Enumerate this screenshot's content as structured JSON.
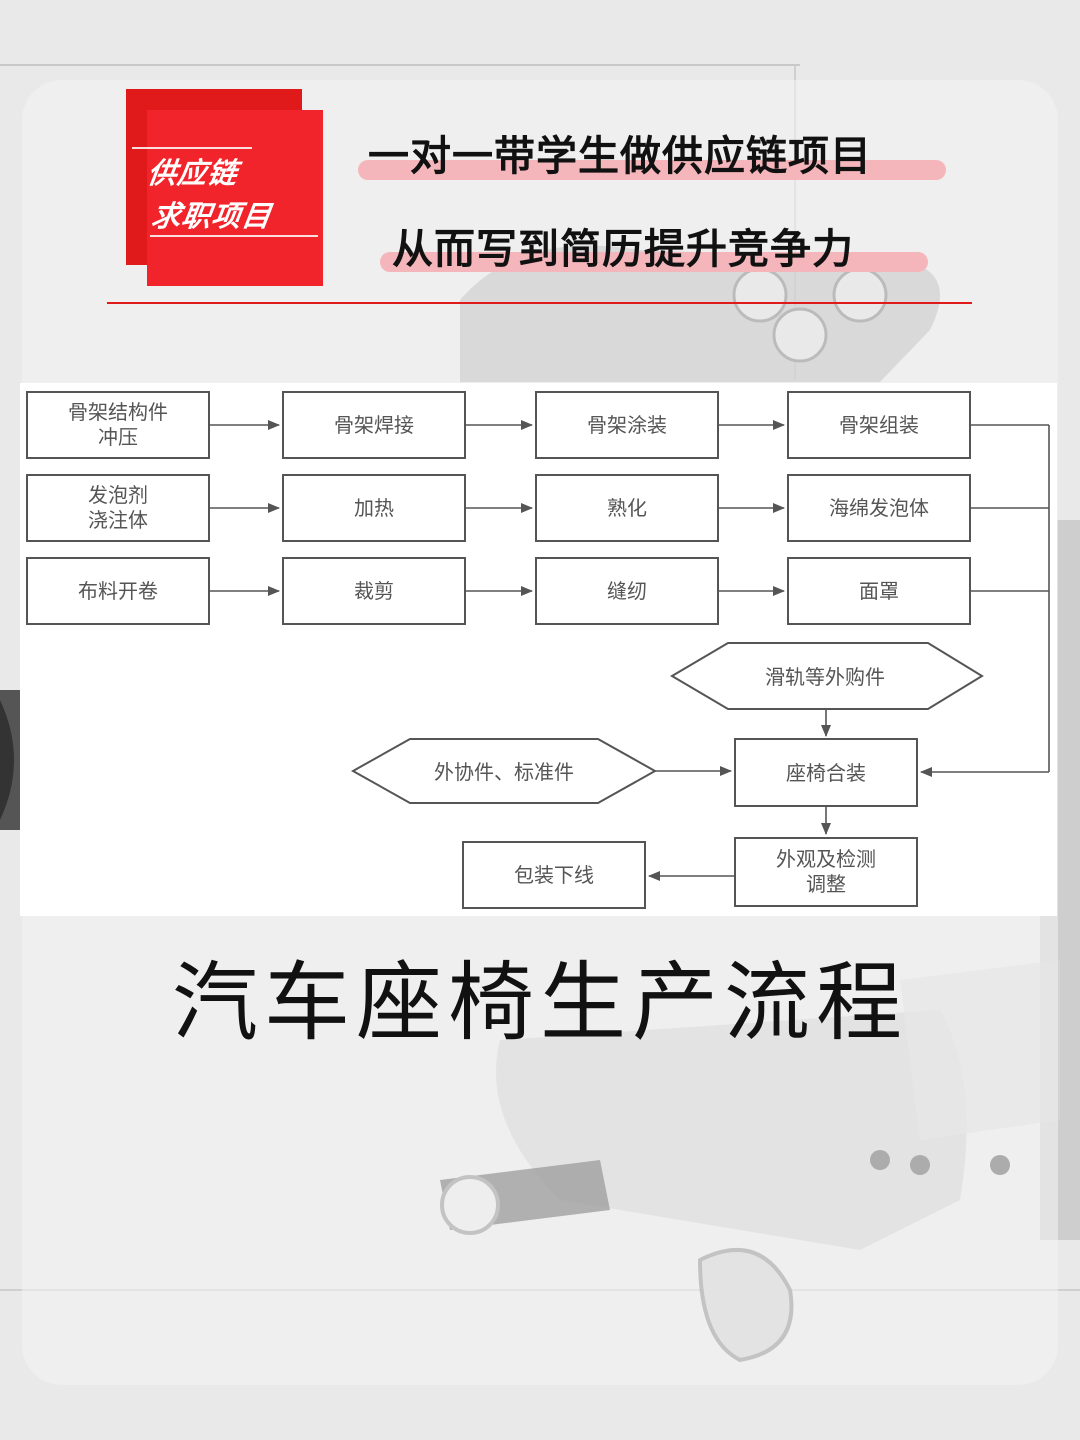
{
  "badge": {
    "line1": "供应链",
    "line2": "求职项目",
    "color": "#e0191b"
  },
  "headline": {
    "line1": "一对一带学生做供应链项目",
    "line2": "从而写到简历提升竞争力",
    "highlight_color": "#f4b6bb"
  },
  "flow": {
    "row1": {
      "a": "骨架结构件",
      "a2": "冲压",
      "b": "骨架焊接",
      "c": "骨架涂装",
      "d": "骨架组装"
    },
    "row2": {
      "a": "发泡剂",
      "a2": "浇注体",
      "b": "加热",
      "c": "熟化",
      "d": "海绵发泡体"
    },
    "row3": {
      "a": "布料开卷",
      "b": "裁剪",
      "c": "缝纫",
      "d": "面罩"
    },
    "purchased": "滑轨等外购件",
    "outsourced": "外协件、标准件",
    "assembly": "座椅合装",
    "inspection": "外观及检测",
    "inspection2": "调整",
    "packing": "包装下线"
  },
  "title": "汽车座椅生产流程"
}
